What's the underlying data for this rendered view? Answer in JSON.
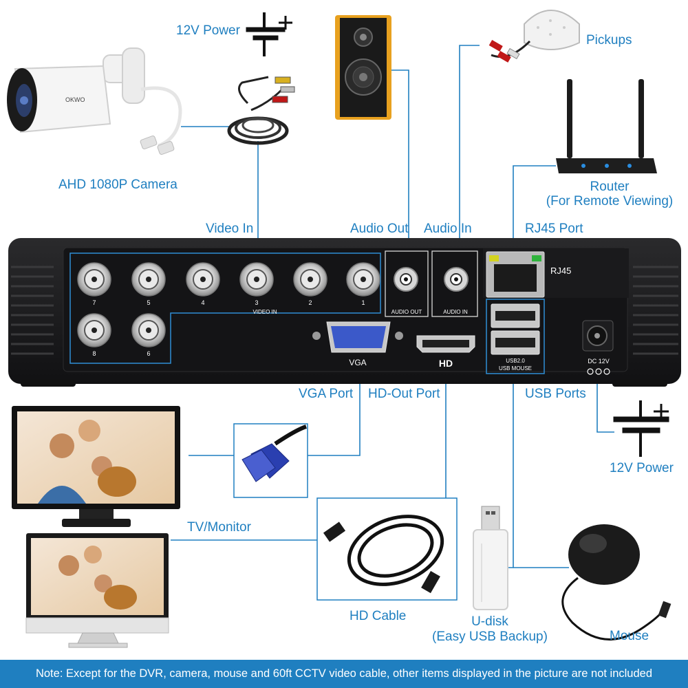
{
  "labels": {
    "power_top": "12V Power",
    "pickups": "Pickups",
    "camera": "AHD 1080P Camera",
    "router": "Router",
    "router_sub": "(For Remote Viewing)",
    "video_in": "Video In",
    "audio_out": "Audio Out",
    "audio_in": "Audio In",
    "rj45_port": "RJ45 Port",
    "vga_port": "VGA Port",
    "hd_out_port": "HD-Out Port",
    "usb_ports": "USB Ports",
    "power_right": "12V Power",
    "tv_monitor": "TV/Monitor",
    "hd_cable": "HD Cable",
    "udisk": "U-disk",
    "udisk_sub": "(Easy USB Backup)",
    "mouse": "Mouse"
  },
  "dvr": {
    "video_in_label": "VIDEO IN",
    "channels_top": [
      "7",
      "5",
      "4",
      "3",
      "2",
      "1"
    ],
    "channels_bottom": [
      "8",
      "6"
    ],
    "audio_out_label": "AUDIO OUT",
    "audio_in_label": "AUDIO IN",
    "rj45_label": "RJ45",
    "vga_label": "VGA",
    "hd_label": "HD",
    "usb_label_1": "USB2.0",
    "usb_label_2": "USB MOUSE",
    "dc_label": "DC 12V"
  },
  "camera_brand": "OKWO",
  "note": "Note: Except for the DVR, camera, mouse and 60ft CCTV video cable, other items displayed in the picture are not included",
  "colors": {
    "accent": "#1f7fc0",
    "dvr_body": "#1c1c1e",
    "speaker": "#e8a11f",
    "vga_blue": "#2a3fb0"
  }
}
